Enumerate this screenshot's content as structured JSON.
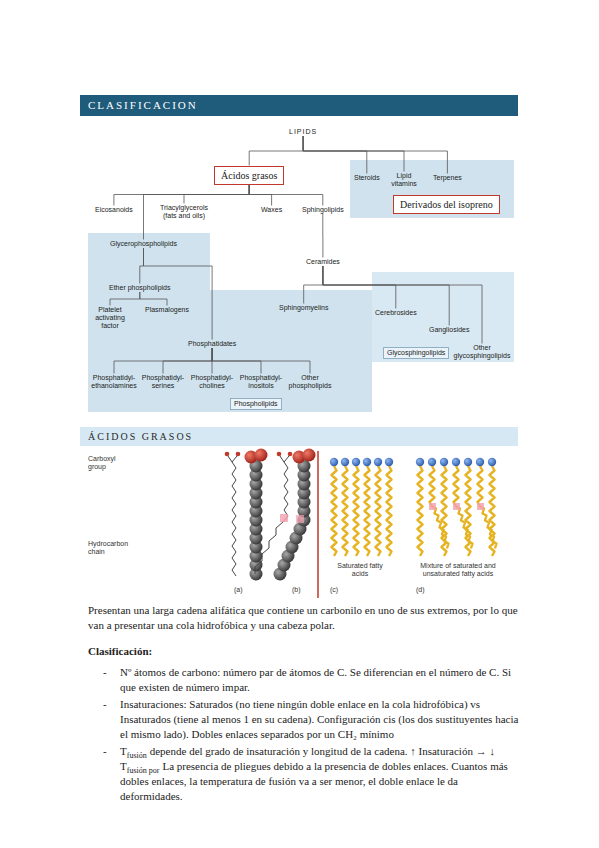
{
  "diagram": {
    "nodes": [
      {
        "text": [
          "CLASIFICACION"
        ]
      },
      {
        "text": [
          "LIPIDS"
        ]
      },
      {
        "text": [
          "Ácidos grasos"
        ]
      },
      {
        "text": [
          "Steroids"
        ]
      },
      {
        "text": [
          "Lipid vitamins"
        ]
      },
      {
        "text": [
          "Terpenes"
        ]
      },
      {
        "text": [
          "Derivados del isopreno"
        ]
      },
      {
        "text": [
          "Eicosanoids"
        ]
      },
      {
        "text": [
          "Triacylglycerols (fats and oils)"
        ]
      },
      {
        "text": [
          "Waxes"
        ]
      },
      {
        "text": [
          "Sphingolipids"
        ]
      },
      {
        "text": [
          "Glycerophospholipids"
        ]
      },
      {
        "text": [
          "Ceramides"
        ]
      },
      {
        "text": [
          "Ether phospholipids"
        ]
      },
      {
        "text": [
          "Platelet activating factor"
        ]
      },
      {
        "text": [
          "Plasmalogens"
        ]
      },
      {
        "text": [
          "Sphingomyelins"
        ]
      },
      {
        "text": [
          "Cerebrosides"
        ]
      },
      {
        "text": [
          "Gangliosides"
        ]
      },
      {
        "text": [
          "Phosphatidates"
        ]
      },
      {
        "text": [
          "Other glycosphingolipids"
        ]
      },
      {
        "text": [
          "Glycosphingolipids"
        ]
      },
      {
        "text": [
          "Phosphatidyl- ethanolamines"
        ]
      },
      {
        "text": [
          "Phosphatidyl- serines"
        ]
      },
      {
        "text": [
          "Phosphatidyl- cholines"
        ]
      },
      {
        "text": [
          "Phosphatidyl- inositols"
        ]
      },
      {
        "text": [
          "Other phospholipids"
        ]
      },
      {
        "text": [
          "Phospholipids"
        ]
      },
      {
        "text": [
          "ÁCIDOS GRASOS"
        ]
      }
    ],
    "edges": [
      {
        "from": 1,
        "to": 2,
        "arrow": "none"
      },
      {
        "from": 1,
        "to": 3,
        "arrow": "none"
      },
      {
        "from": 1,
        "to": 4,
        "arrow": "none"
      },
      {
        "from": 1,
        "to": 5,
        "arrow": "none"
      },
      {
        "from": 2,
        "to": 7,
        "arrow": "none"
      },
      {
        "from": 2,
        "to": 8,
        "arrow": "none"
      },
      {
        "from": 2,
        "to": 9,
        "arrow": "none"
      },
      {
        "from": 2,
        "to": 10,
        "arrow": "none"
      },
      {
        "from": 2,
        "to": 11,
        "arrow": "none"
      },
      {
        "from": 10,
        "to": 12,
        "arrow": "none"
      },
      {
        "from": 11,
        "to": 13,
        "arrow": "none"
      },
      {
        "from": 11,
        "to": 19,
        "arrow": "none"
      },
      {
        "from": 13,
        "to": 14,
        "arrow": "none"
      },
      {
        "from": 13,
        "to": 15,
        "arrow": "none"
      },
      {
        "from": 12,
        "to": 16,
        "arrow": "none"
      },
      {
        "from": 12,
        "to": 17,
        "arrow": "none"
      },
      {
        "from": 12,
        "to": 18,
        "arrow": "none"
      },
      {
        "from": 12,
        "to": 20,
        "arrow": "none"
      },
      {
        "from": 19,
        "to": 22,
        "arrow": "none"
      },
      {
        "from": 19,
        "to": 23,
        "arrow": "none"
      },
      {
        "from": 19,
        "to": 24,
        "arrow": "none"
      },
      {
        "from": 19,
        "to": 25,
        "arrow": "none"
      },
      {
        "from": 19,
        "to": 26,
        "arrow": "none"
      }
    ],
    "labels": [
      "Carboxyl group",
      "Hydrocarbon chain",
      "(a)",
      "(b)",
      "Saturated fatty acids",
      "Mixture of saturated and unsaturated fatty acids",
      "(c)",
      "(d)",
      "Presentan una larga cadena alifática que contiene un carbonilo en uno de sus extremos, por lo que van a presentar una cola hidrofóbica y una cabeza polar.",
      "Clasificación:",
      "-",
      "Nº átomos de carbono: número par de átomos de C. Se diferencian en el número de C. Si que existen de número impar.",
      "-",
      "Insaturaciones: Saturados (no tiene ningún doble enlace en la cola hidrofóbica) vs Insaturados (tiene al menos 1 en su cadena). Configuración cis (los dos sustituyentes hacia el mismo lado). Dobles enlaces separados por un CH₂ mínimo",
      "-",
      "T",
      "fusión",
      "depende del grado de insaturación y longitud de la cadena. ↑ Insaturación → ↓ T",
      "fusión por",
      "La presencia de pliegues debido a la presencia de dobles enlaces. Cuantos más dobles enlaces, la temperatura de fusión va a ser menor, el doble enlace le da deformidades."
    ]
  }
}
